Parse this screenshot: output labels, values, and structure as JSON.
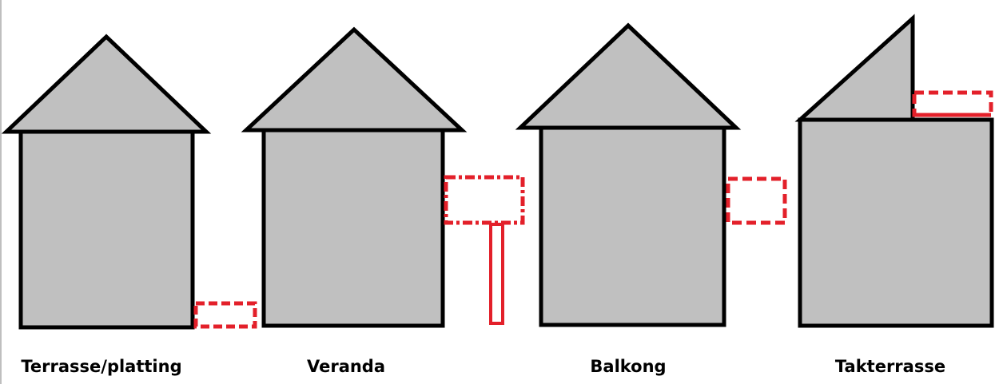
{
  "colors": {
    "house_fill": "#c0c0c0",
    "outline": "#000000",
    "highlight": "#e3202a"
  },
  "captions": {
    "terrasse": "Terrasse/platting",
    "veranda": "Veranda",
    "balkong": "Balkong",
    "takterrasse": "Takterrasse"
  }
}
